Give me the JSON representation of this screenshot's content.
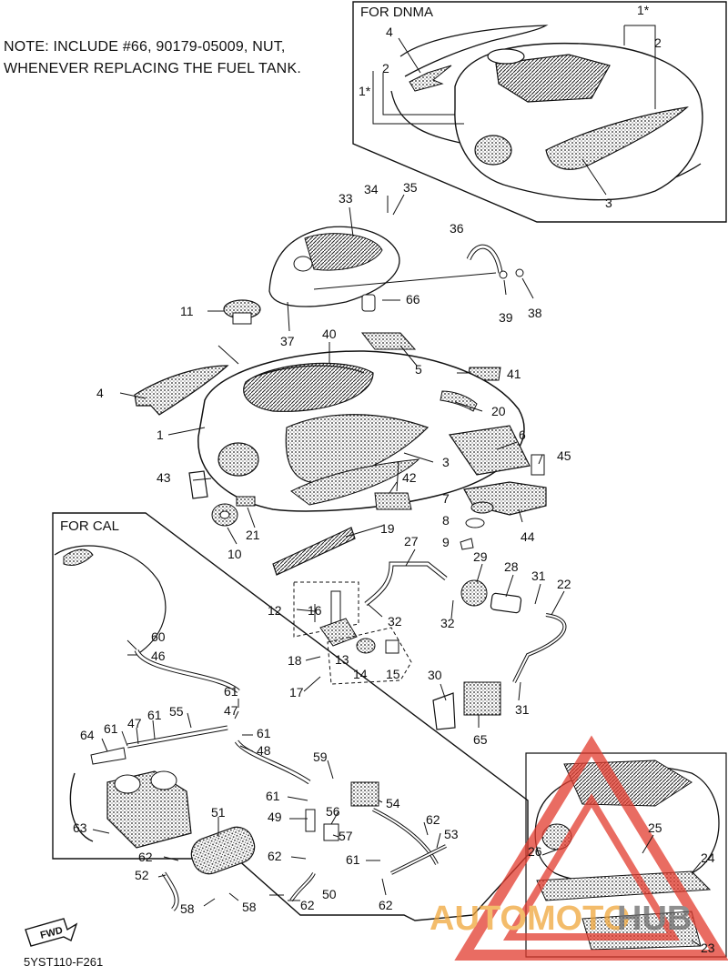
{
  "note_lines": [
    "NOTE: INCLUDE #66, 90179-05009, NUT,",
    "WHENEVER REPLACING THE FUEL TANK."
  ],
  "box_dnma_title": "FOR DNMA",
  "box_cal_title": "FOR CAL",
  "diagram_code": "5YST110-F261",
  "fwd_label": "FWD",
  "watermark": {
    "part1": "AUTOMOTO",
    "part2": "HUB"
  },
  "callouts": {
    "dnma_1": "1*",
    "dnma_1b": "1*",
    "dnma_2": "2",
    "dnma_2b": "2",
    "dnma_3": "3",
    "dnma_4": "4",
    "n1": "1",
    "n3": "3",
    "n4": "4",
    "n5": "5",
    "n6": "6",
    "n7": "7",
    "n8": "8",
    "n9": "9",
    "n10": "10",
    "n11": "11",
    "n12": "12",
    "n13": "13",
    "n14": "14",
    "n15": "15",
    "n16": "16",
    "n17": "17",
    "n18": "18",
    "n19": "19",
    "n20": "20",
    "n21": "21",
    "n22": "22",
    "n23": "23",
    "n24": "24",
    "n25": "25",
    "n26": "26",
    "n27": "27",
    "n28": "28",
    "n29": "29",
    "n30": "30",
    "n31a": "31",
    "n31b": "31",
    "n32a": "32",
    "n32b": "32",
    "n33": "33",
    "n34": "34",
    "n35": "35",
    "n36": "36",
    "n37": "37",
    "n38": "38",
    "n39": "39",
    "n40": "40",
    "n41": "41",
    "n42": "42",
    "n43": "43",
    "n44": "44",
    "n45": "45",
    "n46": "46",
    "n47a": "47",
    "n47b": "47",
    "n48": "48",
    "n49": "49",
    "n50": "50",
    "n51": "51",
    "n52": "52",
    "n53": "53",
    "n54": "54",
    "n55": "55",
    "n56": "56",
    "n57": "57",
    "n58a": "58",
    "n58b": "58",
    "n59": "59",
    "n60": "60",
    "n61a": "61",
    "n61b": "61",
    "n61c": "61",
    "n61d": "61",
    "n61e": "61",
    "n61f": "61",
    "n62a": "62",
    "n62b": "62",
    "n62c": "62",
    "n62d": "62",
    "n62e": "62",
    "n63": "63",
    "n64": "64",
    "n65": "65",
    "n66": "66"
  }
}
